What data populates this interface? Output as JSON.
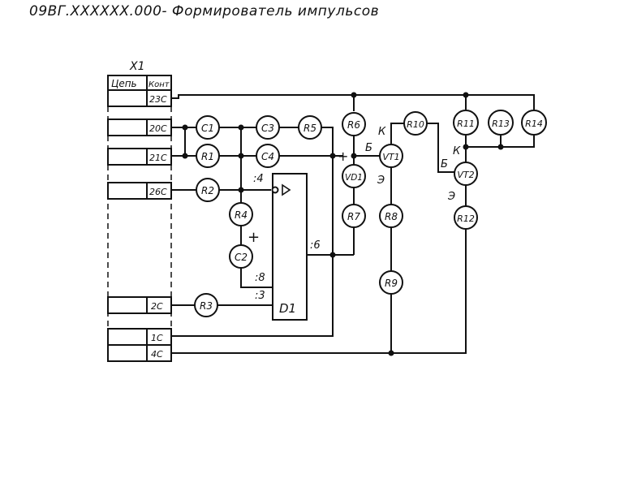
{
  "title": "09ВГ.XXXXXX.000- Формирователь импульсов",
  "connector": {
    "designator": "X1",
    "header_circuit": "Цепь",
    "header_contact": "Конт",
    "pins": [
      "23С",
      "20С",
      "21С",
      "26С",
      "2С",
      "1С",
      "4С"
    ]
  },
  "components": {
    "C1": "C1",
    "C2": "C2",
    "C3": "C3",
    "C4": "C4",
    "R1": "R1",
    "R2": "R2",
    "R3": "R3",
    "R4": "R4",
    "R5": "R5",
    "R6": "R6",
    "R7": "R7",
    "R8": "R8",
    "R9": "R9",
    "R10": "R10",
    "R11": "R11",
    "R12": "R12",
    "R13": "R13",
    "R14": "R14",
    "VD1": "VD1",
    "VT1": "VT1",
    "VT2": "VT2",
    "D1": "D1"
  },
  "pin_labels": {
    "p4": ":4",
    "p6": ":6",
    "p8": ":8",
    "p3": ":3"
  },
  "transistor_labels": {
    "collector": "К",
    "base": "Б",
    "emitter": "Э"
  },
  "polarity": {
    "plus": "+"
  }
}
